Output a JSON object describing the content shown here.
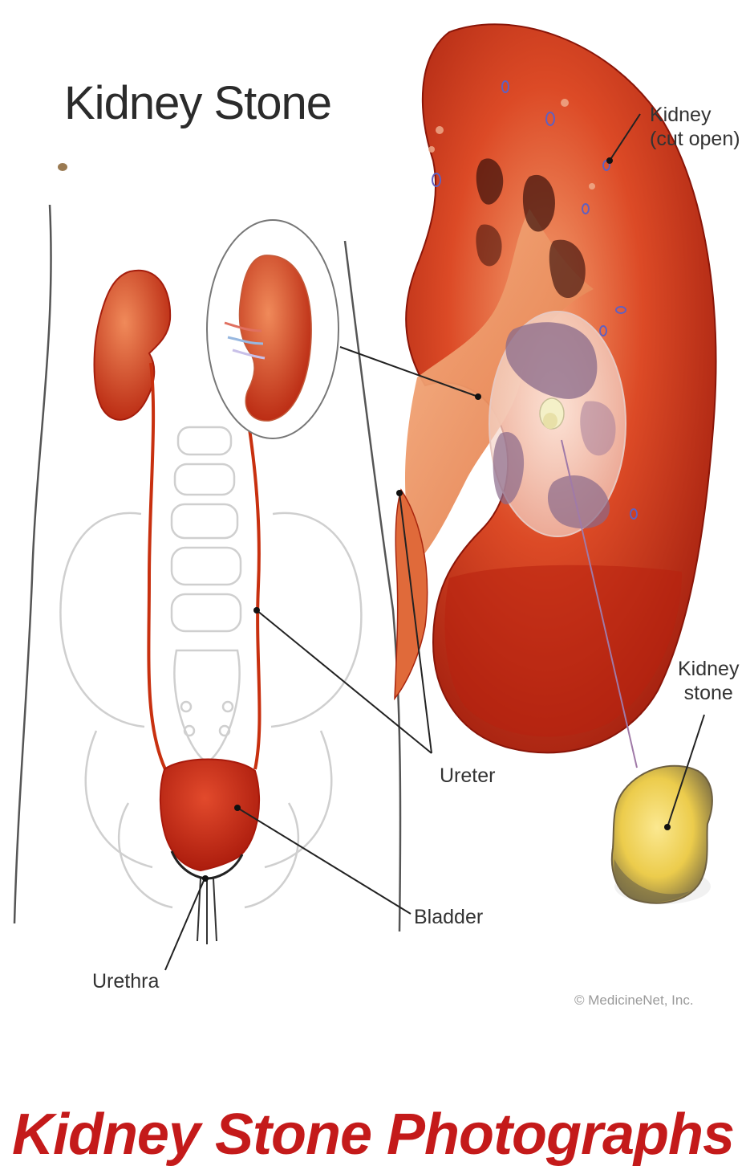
{
  "title": "Kidney Stone",
  "labels": {
    "kidney_cut_open_line1": "Kidney",
    "kidney_cut_open_line2": "(cut open)",
    "kidney_stone_line1": "Kidney",
    "kidney_stone_line2": "stone",
    "ureter": "Ureter",
    "bladder": "Bladder",
    "urethra": "Urethra"
  },
  "credit": "© MedicineNet, Inc.",
  "caption": "Kidney Stone Photographs",
  "colors": {
    "organ_red": "#d4301c",
    "organ_dark": "#a11d0e",
    "stone_yellow": "#f2d65a",
    "caption_red": "#c41a1a"
  }
}
